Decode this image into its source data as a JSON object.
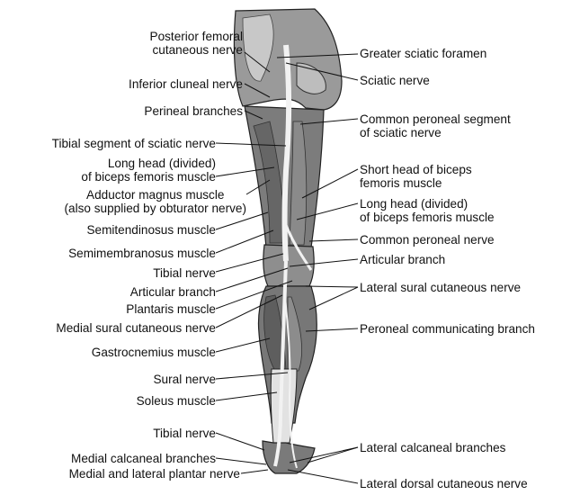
{
  "title": "",
  "left_labels": [
    "Posterior femoral\ncutaneous nerve",
    "Inferior cluneal nerve",
    "Perineal branches",
    "Tibial segment of sciatic nerve",
    "Long head (divided)\nof biceps femoris muscle",
    "Adductor magnus muscle\n(also supplied by obturator nerve)",
    "Semitendinosus muscle",
    "Semimembranosus muscle",
    "Tibial nerve",
    "Articular branch",
    "Plantaris muscle",
    "Medial sural cutaneous nerve",
    "Gastrocnemius muscle",
    "Sural nerve",
    "Soleus muscle",
    "Tibial nerve",
    "Medial calcaneal branches",
    "Medial and lateral plantar nerve"
  ],
  "right_labels": [
    "Greater sciatic foramen",
    "Sciatic nerve",
    "Common peroneal segment\nof sciatic nerve",
    "Short head of biceps\nfemoris muscle",
    "Long head (divided)\nof biceps femoris muscle",
    "Common peroneal nerve",
    "Articular branch",
    "Lateral sural cutaneous nerve",
    "Peroneal communicating branch",
    "Lateral calcaneal branches",
    "Lateral dorsal cutaneous nerve"
  ]
}
